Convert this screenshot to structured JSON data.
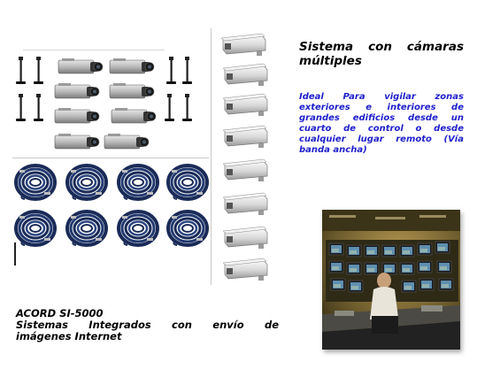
{
  "right_column": {
    "title": "Sistema con cámaras múltiples",
    "description": "Ideal Para vigilar zonas exteriores e interiores de grandes edificios desde un cuarto de control o  desde cualquier lugar remoto (Vía banda ancha)"
  },
  "product": {
    "model": "ACORD SI-5000",
    "subtitle_line1": "Sistemas Integrados con envío de",
    "subtitle_line2": "imágenes Internet"
  },
  "images": {
    "collage_icon": "surveillance-equipment-collage",
    "photo_icon": "control-room-photo"
  },
  "colors": {
    "description_text": "#1f1fcc",
    "heading_text": "#000000",
    "cable": "#1a2b57",
    "camera_body": "#c8c8c8",
    "photo_background": "#6b5a2c"
  }
}
